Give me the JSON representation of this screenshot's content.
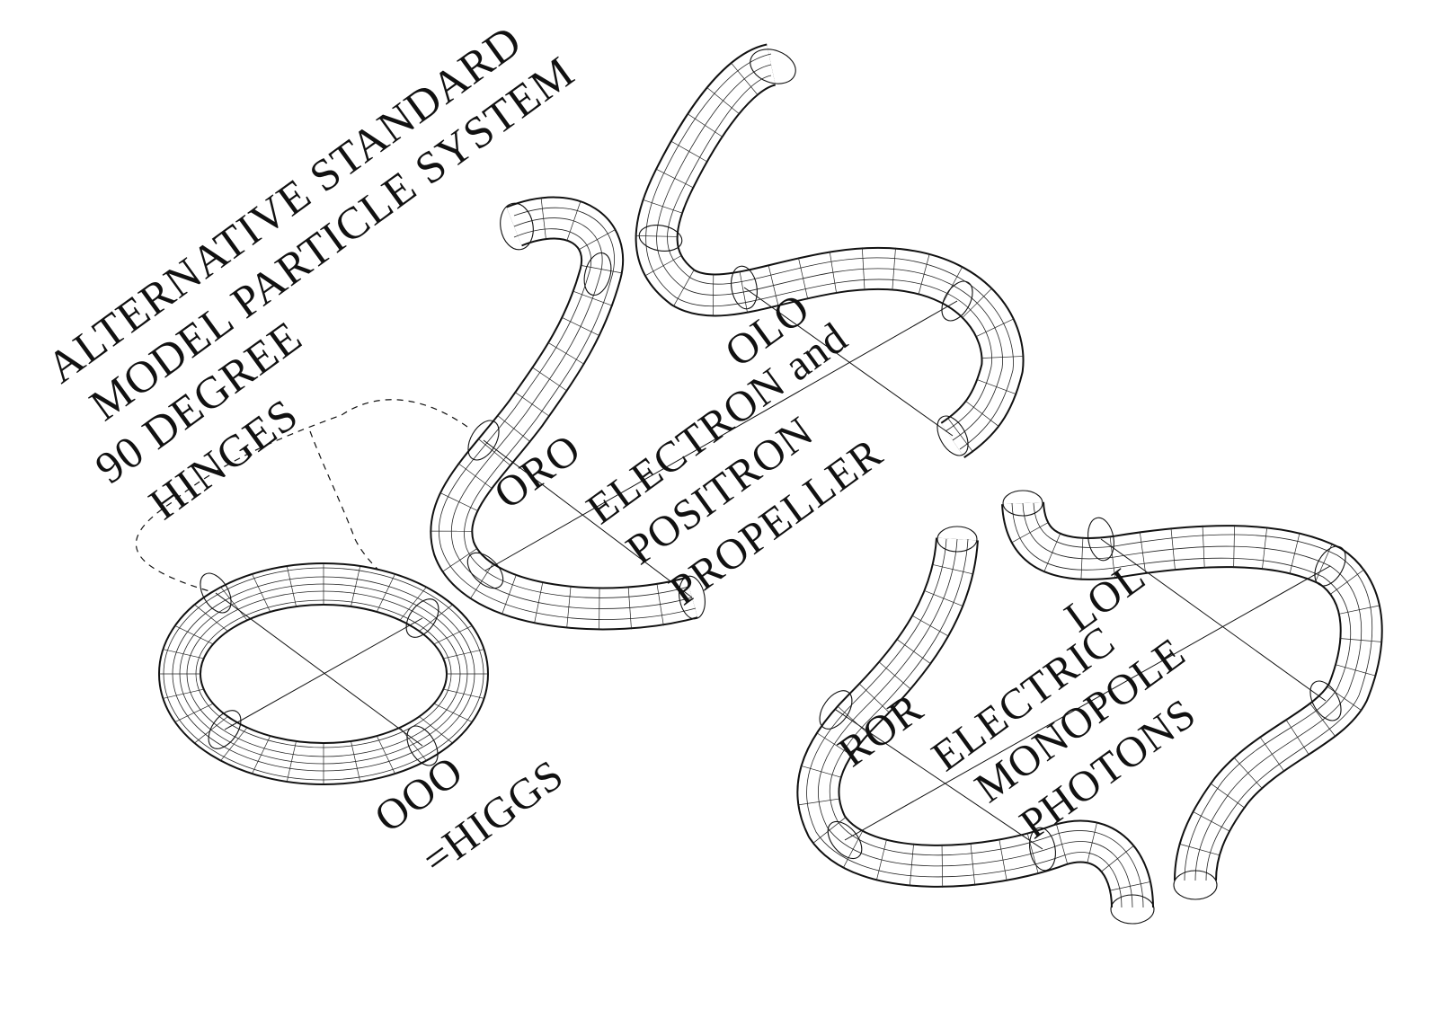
{
  "title": {
    "line1": "ALTERNATIVE STANDARD",
    "line2": "MODEL PARTICLE SYSTEM",
    "line3": "90 DEGREE",
    "line4": "HINGES"
  },
  "higgs": {
    "code": "OOO",
    "name": "=HIGGS"
  },
  "electron": {
    "code1": "ORO",
    "code2": "OLO",
    "line1": "ELECTRON and",
    "line2": "POSITRON",
    "line3": "PROPELLER"
  },
  "photon": {
    "code1": "ROR",
    "code2": "LOL",
    "line1": "ELECTRIC",
    "line2": "MONOPOLE",
    "line3": "PHOTONS"
  },
  "colors": {
    "ink": "#111111",
    "background": "#ffffff"
  }
}
